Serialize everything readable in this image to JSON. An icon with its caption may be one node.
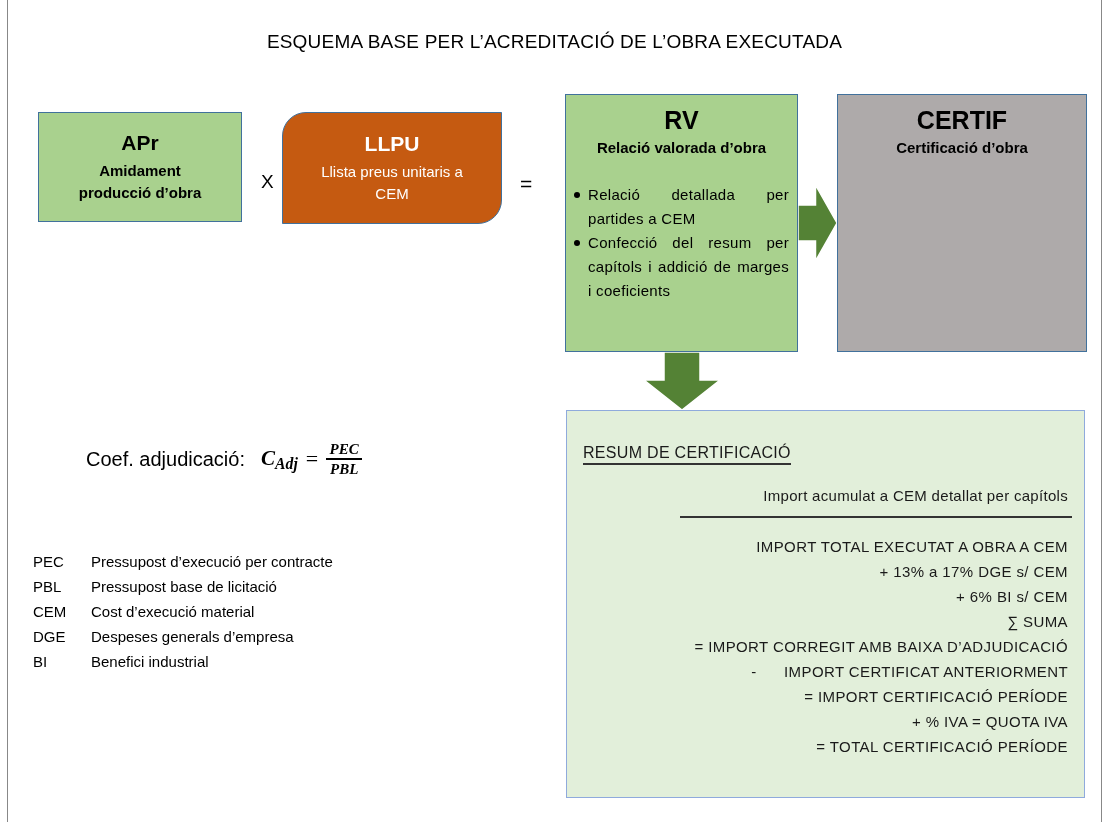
{
  "diagram": {
    "title": "ESQUEMA BASE PER L’ACREDITACIÓ DE L’OBRA EXECUTADA",
    "nodes": [
      {
        "text": [
          "APr",
          "Amidament producció d’obra"
        ]
      },
      {
        "text": [
          "LLPU",
          "Llista preus unitaris a CEM"
        ]
      },
      {
        "text": [
          "RV",
          "Relació valorada d’obra",
          "Relació detallada per partides a CEM",
          "Confecció del resum per capítols i addició de marges i coeficients"
        ]
      },
      {
        "text": [
          "CERTIF",
          "Certificació d’obra"
        ]
      },
      {
        "text": [
          "RESUM DE CERTIFICACIÓ",
          "Import acumulat a CEM detallat per capítols",
          "IMPORT TOTAL EXECUTAT A OBRA A CEM",
          "+ 13% a 17% DGE s/ CEM",
          "+ 6% BI s/ CEM",
          "∑ SUMA",
          "= IMPORT CORREGIT AMB BAIXA D’ADJUDICACIÓ",
          "-      IMPORT CERTIFICAT ANTERIORMENT",
          "= IMPORT CERTIFICACIÓ PERÍODE",
          "+ % IVA = QUOTA IVA",
          "= TOTAL CERTIFICACIÓ PERÍODE"
        ]
      }
    ],
    "edges": [
      {
        "from": 2,
        "to": 3,
        "arrow": "to",
        "style": "thick"
      },
      {
        "from": 2,
        "to": 4,
        "arrow": "to",
        "style": "thick"
      }
    ],
    "labels": [
      "X",
      "=",
      "Coef. adjudicació:",
      "C$_{Adj}$",
      "=",
      "PEC",
      "PBL",
      "PEC",
      "Pressupost d’execució per contracte",
      "PBL",
      "Pressupost base de licitació",
      "CEM",
      "Cost d’execució material",
      "DGE",
      "Despeses generals d’empresa",
      "BI",
      "Benefici industrial"
    ]
  }
}
